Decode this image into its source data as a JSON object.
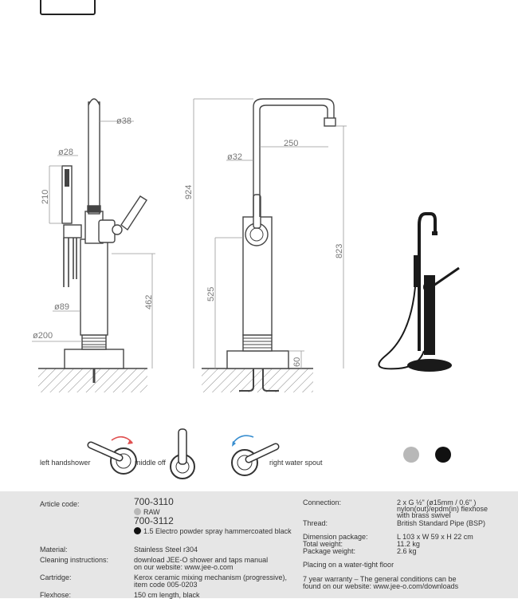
{
  "dimensions": {
    "d38": "ø38",
    "d28": "ø28",
    "h210": "210",
    "d89": "ø89",
    "d200": "ø200",
    "h462": "462",
    "h924": "924",
    "d32": "ø32",
    "w250": "250",
    "h525": "525",
    "h823": "823",
    "h60": "60"
  },
  "positions": {
    "left": "left handshower",
    "middle": "middle off",
    "right": "right water spout"
  },
  "finish_swatches": {
    "raw": "#b8b8b8",
    "black": "#111111"
  },
  "specs": {
    "article_label": "Article code:",
    "code1": "700-3110",
    "finish1": "RAW",
    "code2": "700-3112",
    "finish2": "1.5 Electro powder spray hammercoated black",
    "material_label": "Material:",
    "material": "Stainless Steel r304",
    "cleaning_label": "Cleaning instructions:",
    "cleaning_1": "download JEE-O shower and taps manual",
    "cleaning_2": "on our website: www.jee-o.com",
    "cartridge_label": "Cartridge:",
    "cartridge_1": "Kerox ceramic mixing mechanism (progressive),",
    "cartridge_2": "item code 005-0203",
    "flexhose_label": "Flexhose:",
    "flexhose": "150 cm length, black",
    "connection_label": "Connection:",
    "connection_1": "2 x G ½\" (ø15mm / 0.6\" )",
    "connection_2": "nylon(out)/epdm(in) flexhose",
    "connection_3": "with brass swivel",
    "thread_label": "Thread:",
    "thread": "British Standard Pipe (BSP)",
    "dimension_label": "Dimension package:",
    "dimension": "L 103 x W 59 x H 22 cm",
    "total_weight_label": "Total weight:",
    "total_weight": "11.2 kg",
    "package_weight_label": "Package weight:",
    "package_weight": "2.6 kg",
    "placing": "Placing on a water-tight floor",
    "warranty_1": "7 year warranty – The general conditions can be",
    "warranty_2": "found on our website: www.jee-o.com/downloads"
  }
}
